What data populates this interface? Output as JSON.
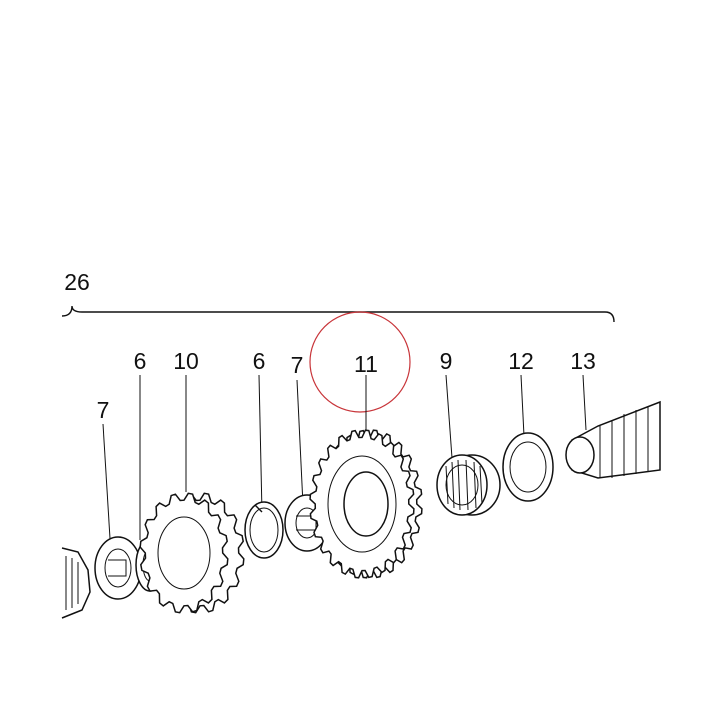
{
  "diagram": {
    "assembly_label": "26",
    "callouts": [
      {
        "id": "washer-left",
        "text": "7"
      },
      {
        "id": "ring-left",
        "text": "6"
      },
      {
        "id": "gear-small",
        "text": "10"
      },
      {
        "id": "ring-right",
        "text": "6"
      },
      {
        "id": "washer-right",
        "text": "7"
      },
      {
        "id": "gear-large",
        "text": "11"
      },
      {
        "id": "bearing",
        "text": "9"
      },
      {
        "id": "shim",
        "text": "12"
      },
      {
        "id": "shaft",
        "text": "13"
      }
    ],
    "highlight": {
      "target": "11",
      "color": "#c8353a"
    },
    "colors": {
      "line": "#111111",
      "background": "#ffffff"
    }
  }
}
